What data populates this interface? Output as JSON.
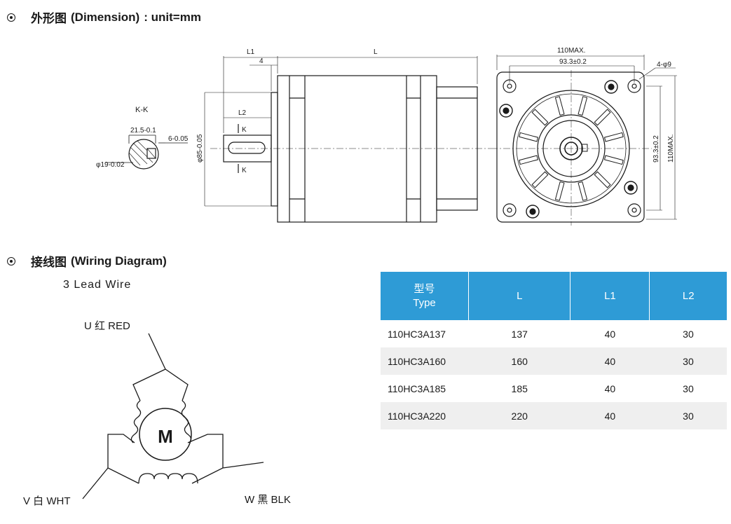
{
  "dimension": {
    "title_cn": "外形图",
    "title_en": "(Dimension)",
    "title_unit": ": unit=mm",
    "labels": {
      "kk": "K-K",
      "w215": "21.5-0.1",
      "keyw": "6-0.05",
      "dia19": "φ19-0.02",
      "dia85": "φ85-0.05",
      "l1": "L1",
      "l": "L",
      "four": "4",
      "l2": "L2",
      "k_top": "K",
      "k_bot": "K",
      "max110_top": "110MAX.",
      "pitch_top": "93.3±0.2",
      "holes": "4-φ9",
      "pitch_side": "93.3±0.2",
      "max110_side": "110MAX."
    }
  },
  "wiring": {
    "title_cn": "接线图",
    "title_en": "(Wiring Diagram)",
    "subtitle": "3 Lead Wire",
    "motor": "M",
    "u": "U 红 RED",
    "v": "V 白 WHT",
    "w": "W 黑 BLK"
  },
  "table": {
    "headers": [
      {
        "cn": "型号",
        "en": "Type"
      },
      {
        "en": "L"
      },
      {
        "en": "L1"
      },
      {
        "en": "L2"
      }
    ],
    "rows": [
      [
        "110HC3A137",
        "137",
        "40",
        "30"
      ],
      [
        "110HC3A160",
        "160",
        "40",
        "30"
      ],
      [
        "110HC3A185",
        "185",
        "40",
        "30"
      ],
      [
        "110HC3A220",
        "220",
        "40",
        "30"
      ]
    ]
  }
}
